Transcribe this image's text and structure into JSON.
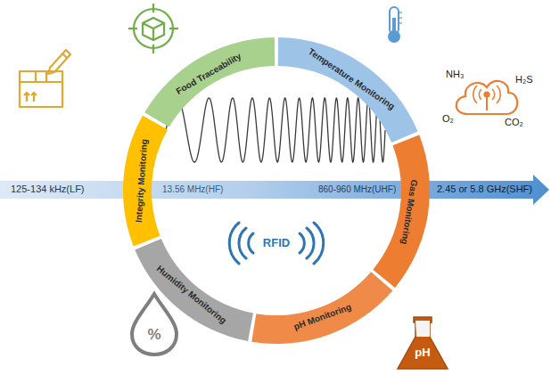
{
  "diagram": {
    "nodes": [
      {
        "text": [
          "Food Traceability"
        ]
      },
      {
        "text": [
          "Temperature Monitoring"
        ]
      },
      {
        "text": [
          "Gas Monitoring"
        ]
      },
      {
        "text": [
          "pH Monitoring"
        ]
      },
      {
        "text": [
          "Humidity Monitoring"
        ]
      },
      {
        "text": [
          "Integrity Monitoring"
        ]
      }
    ],
    "labels": [
      "125-134 kHz(LF)",
      "13.56 MHz(HF)",
      "860-960 MHz(UHF)",
      "2.45 or 5.8 GHz(SHF)",
      "RFID",
      "NH₃",
      "H₂S",
      "O₂",
      "CO₂",
      "pH",
      "%"
    ]
  }
}
